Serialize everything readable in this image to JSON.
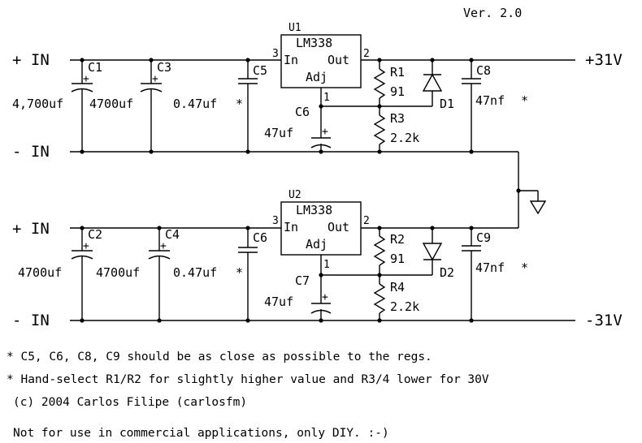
{
  "version": "Ver. 2.0",
  "upper": {
    "in_plus": "+ IN",
    "in_minus": "- IN",
    "out": "+31V",
    "reg": {
      "ref": "U1",
      "part": "LM338",
      "in": "In",
      "out": "Out",
      "adj": "Adj",
      "pin_in": "3",
      "pin_out": "2",
      "pin_adj": "1"
    },
    "c1": {
      "ref": "C1",
      "value": "4,700uf"
    },
    "c2": {
      "ref": "C3",
      "value": "4700uf"
    },
    "c3": {
      "ref": "C5",
      "value": "0.47uf",
      "mark": "*"
    },
    "cadj": {
      "ref": "C6",
      "value": "47uf"
    },
    "r_top": {
      "ref": "R1",
      "value": "91"
    },
    "r_bot": {
      "ref": "R3",
      "value": "2.2k"
    },
    "diode": {
      "ref": "D1"
    },
    "cout": {
      "ref": "C8",
      "value": "47nf",
      "mark": "*"
    }
  },
  "lower": {
    "in_plus": "+ IN",
    "in_minus": "- IN",
    "out": "-31V",
    "reg": {
      "ref": "U2",
      "part": "LM338",
      "in": "In",
      "out": "Out",
      "adj": "Adj",
      "pin_in": "3",
      "pin_out": "2",
      "pin_adj": "1"
    },
    "c1": {
      "ref": "C2",
      "value": "4700uf"
    },
    "c2": {
      "ref": "C4",
      "value": "4700uf"
    },
    "c3": {
      "ref": "C6",
      "value": "0.47uf",
      "mark": "*"
    },
    "cadj": {
      "ref": "C7",
      "value": "47uf"
    },
    "r_top": {
      "ref": "R2",
      "value": "91"
    },
    "r_bot": {
      "ref": "R4",
      "value": "2.2k"
    },
    "diode": {
      "ref": "D2"
    },
    "cout": {
      "ref": "C9",
      "value": "47nf",
      "mark": "*"
    }
  },
  "notes": [
    "* C5, C6, C8, C9 should be as close as possible to the regs.",
    "* Hand-select R1/R2 for slightly higher value and R3/4 lower for 30V",
    "(c) 2004 Carlos Filipe (carlosfm)",
    "Not for use in commercial applications, only DIY. :-)"
  ]
}
